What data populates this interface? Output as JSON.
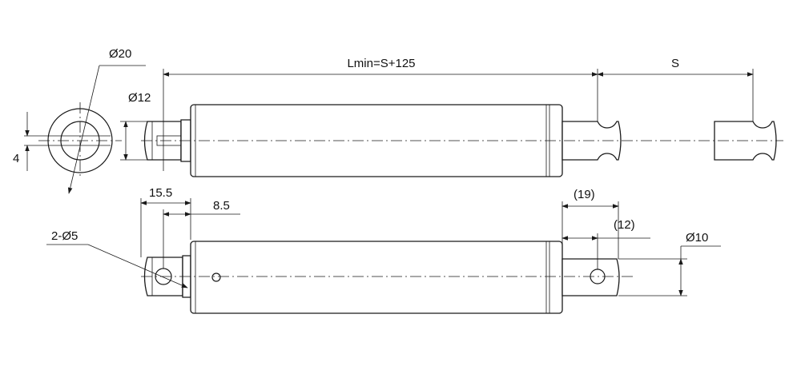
{
  "colors": {
    "line": "#1a1a1a",
    "background": "#ffffff"
  },
  "dimensions": {
    "end_outer_diameter": "Ø20",
    "clevis_diameter": "Ø12",
    "min_length": "Lmin=S+125",
    "stroke": "S",
    "slot_width": "4",
    "clevis_offset": "15.5",
    "clevis_to_body": "8.5",
    "mount_holes": "2-Ø5",
    "rod_end_length": "(19)",
    "rod_hole_offset": "(12)",
    "rod_diameter": "Ø10"
  }
}
